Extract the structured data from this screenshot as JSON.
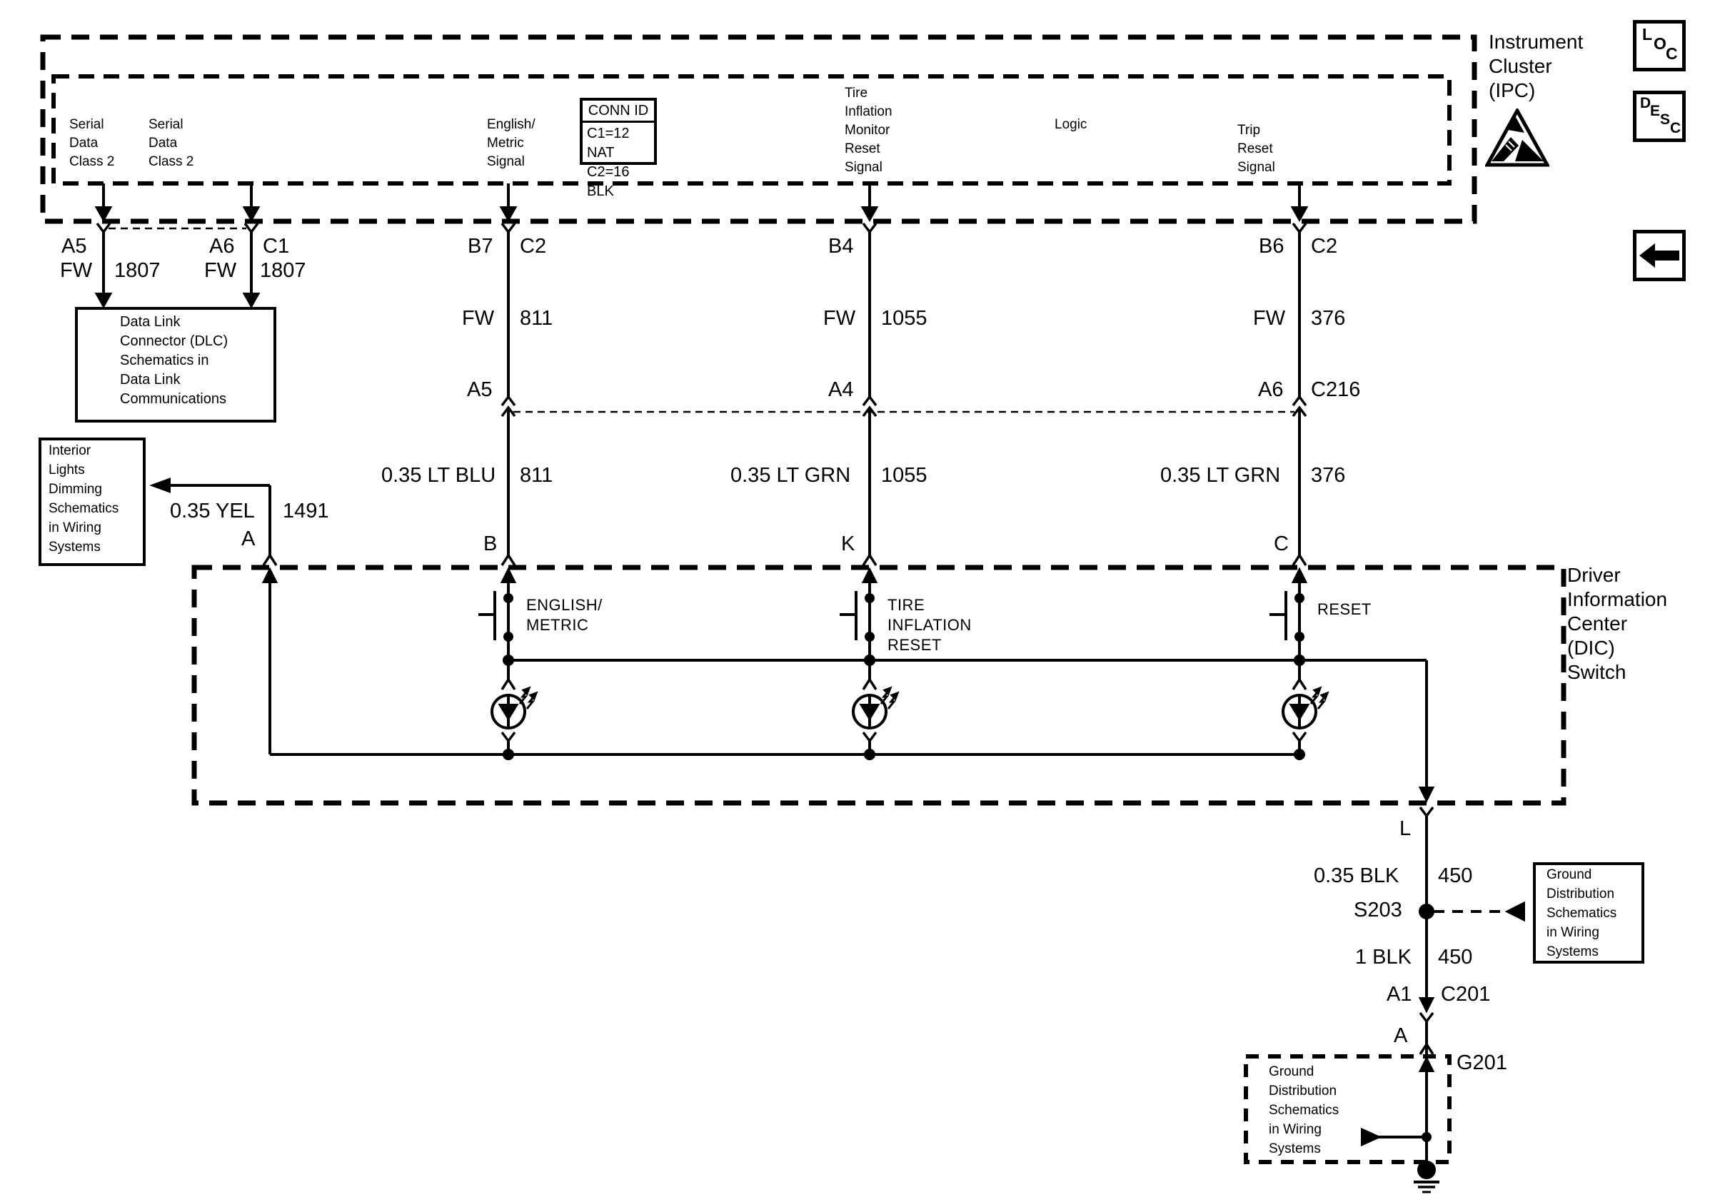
{
  "colors": {
    "line": "#000000",
    "background": "#ffffff"
  },
  "ipc": {
    "title": "Instrument\nCluster\n(IPC)",
    "signals": {
      "serial_data_1": "Serial\nData\nClass 2",
      "serial_data_2": "Serial\nData\nClass 2",
      "english_metric": "English/\nMetric\nSignal",
      "tire_inflation": "Tire\nInflation\nMonitor\nReset\nSignal",
      "logic": "Logic",
      "trip_reset": "Trip\nReset\nSignal"
    },
    "conn_id": {
      "title": "CONN ID",
      "rows": "C1=12 NAT\nC2=16 BLK"
    },
    "pins": {
      "a5": "A5",
      "a6": "A6",
      "a6_conn": "C1",
      "b7": "B7",
      "b7_conn": "C2",
      "b4": "B4",
      "b6": "B6",
      "b6_conn": "C2"
    }
  },
  "wires": {
    "serial_1": {
      "type": "FW",
      "circuit": "1807"
    },
    "serial_2": {
      "type": "FW",
      "circuit": "1807"
    },
    "english_metric_upper": {
      "type": "FW",
      "circuit": "811"
    },
    "english_metric_conn_pin": "A5",
    "english_metric_lower": {
      "color": "0.35 LT BLU",
      "circuit": "811"
    },
    "tire_upper": {
      "type": "FW",
      "circuit": "1055"
    },
    "tire_conn_pin": "A4",
    "tire_lower": {
      "color": "0.35 LT GRN",
      "circuit": "1055"
    },
    "trip_upper": {
      "type": "FW",
      "circuit": "376"
    },
    "trip_conn_pin": "A6",
    "trip_conn_id": "C216",
    "trip_lower": {
      "color": "0.35 LT GRN",
      "circuit": "376"
    },
    "dimming": {
      "color": "0.35 YEL",
      "circuit": "1491"
    },
    "ground_upper": {
      "color": "0.35 BLK",
      "circuit": "450"
    },
    "splice": "S203",
    "ground_lower": {
      "color": "1 BLK",
      "circuit": "450"
    },
    "ground_conn_pin": "A1",
    "ground_conn_id": "C201",
    "ground_pin_a": "A",
    "ground_name": "G201"
  },
  "dic": {
    "title": "Driver\nInformation\nCenter\n(DIC)\nSwitch",
    "pins": {
      "a": "A",
      "b": "B",
      "k": "K",
      "c": "C",
      "l": "L"
    },
    "switches": {
      "english_metric": "ENGLISH/\nMETRIC",
      "tire_inflation": "TIRE\nINFLATION\nRESET",
      "reset": "RESET"
    }
  },
  "ref_boxes": {
    "dlc": "Data Link\nConnector (DLC)\nSchematics in\nData Link\nCommunications",
    "interior_lights": "Interior\nLights\nDimming\nSchematics\nin Wiring\nSystems",
    "ground_distribution_right": "Ground\nDistribution\nSchematics\nin Wiring\nSystems",
    "ground_distribution_bottom": "Ground\nDistribution\nSchematics\nin Wiring\nSystems"
  },
  "toolbar": {
    "loc_letters": [
      "L",
      "O",
      "C"
    ],
    "desc_letters": [
      "D",
      "E",
      "S",
      "C"
    ]
  }
}
